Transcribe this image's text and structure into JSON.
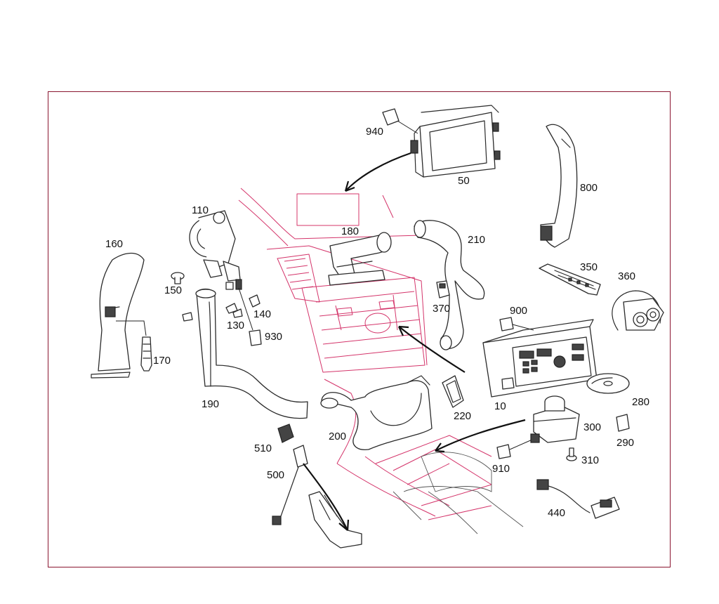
{
  "colors": {
    "frame": "#8a1530",
    "background_lines": "#d4346a",
    "parts": "#2a2a2a",
    "labels": "#111111"
  },
  "labels": [
    {
      "id": "940",
      "text": "940"
    },
    {
      "id": "50",
      "text": "50"
    },
    {
      "id": "800",
      "text": "800"
    },
    {
      "id": "110",
      "text": "110"
    },
    {
      "id": "160",
      "text": "160"
    },
    {
      "id": "180",
      "text": "180"
    },
    {
      "id": "210",
      "text": "210"
    },
    {
      "id": "350",
      "text": "350"
    },
    {
      "id": "360",
      "text": "360"
    },
    {
      "id": "150",
      "text": "150"
    },
    {
      "id": "370",
      "text": "370"
    },
    {
      "id": "900",
      "text": "900"
    },
    {
      "id": "140",
      "text": "140"
    },
    {
      "id": "130",
      "text": "130"
    },
    {
      "id": "930",
      "text": "930"
    },
    {
      "id": "170",
      "text": "170"
    },
    {
      "id": "190",
      "text": "190"
    },
    {
      "id": "10",
      "text": "10"
    },
    {
      "id": "220",
      "text": "220"
    },
    {
      "id": "280",
      "text": "280"
    },
    {
      "id": "300",
      "text": "300"
    },
    {
      "id": "290",
      "text": "290"
    },
    {
      "id": "200",
      "text": "200"
    },
    {
      "id": "510",
      "text": "510"
    },
    {
      "id": "910",
      "text": "910"
    },
    {
      "id": "310",
      "text": "310"
    },
    {
      "id": "500",
      "text": "500"
    },
    {
      "id": "440",
      "text": "440"
    }
  ]
}
